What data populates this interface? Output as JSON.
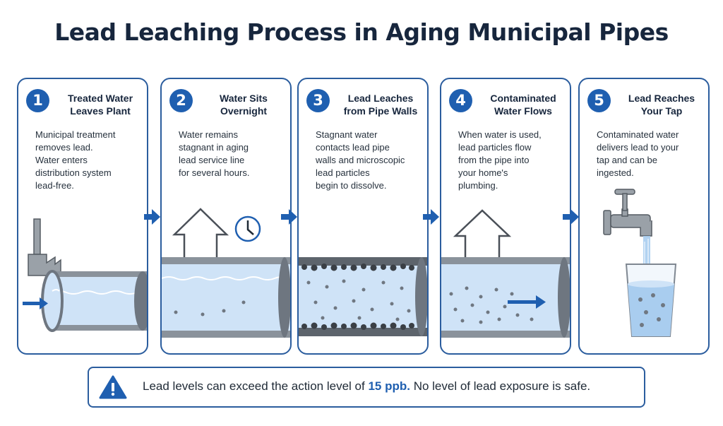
{
  "title": "Lead Leaching Process in Aging Municipal Pipes",
  "steps": [
    {
      "number": "1",
      "title_line1": "Treated Water",
      "title_line2": "Leaves Plant",
      "description": [
        "Municipal treatment",
        "removes lead.",
        "Water enters",
        "distribution system",
        "lead-free."
      ]
    },
    {
      "number": "2",
      "title_line1": "Water Sits",
      "title_line2": "Overnight",
      "description": [
        "Water remains",
        "stagnant in aging",
        "lead service line",
        "for several hours."
      ]
    },
    {
      "number": "3",
      "title_line1": "Lead Leaches",
      "title_line2": "from Pipe Walls",
      "description": [
        "Stagnant water",
        "contacts lead pipe",
        "walls and microscopic",
        "lead particles",
        "begin to dissolve."
      ]
    },
    {
      "number": "4",
      "title_line1": "Contaminated",
      "title_line2": "Water Flows",
      "description": [
        "When water is used,",
        "lead particles flow",
        "from the pipe into",
        "your home's",
        "plumbing."
      ]
    },
    {
      "number": "5",
      "title_line1": "Lead Reaches",
      "title_line2": "Your Tap",
      "description": [
        "Contaminated water",
        "delivers lead to your",
        "tap and can be",
        "ingested."
      ]
    }
  ],
  "warning": {
    "text_before": "Lead levels can exceed the action level of",
    "highlight": "15 ppb.",
    "text_after": "No level of lead exposure is safe."
  },
  "colors": {
    "accent": "#1f5fb0",
    "border": "#2b5d9e",
    "water": "#cfe3f7",
    "pipe": "#7f8791"
  }
}
